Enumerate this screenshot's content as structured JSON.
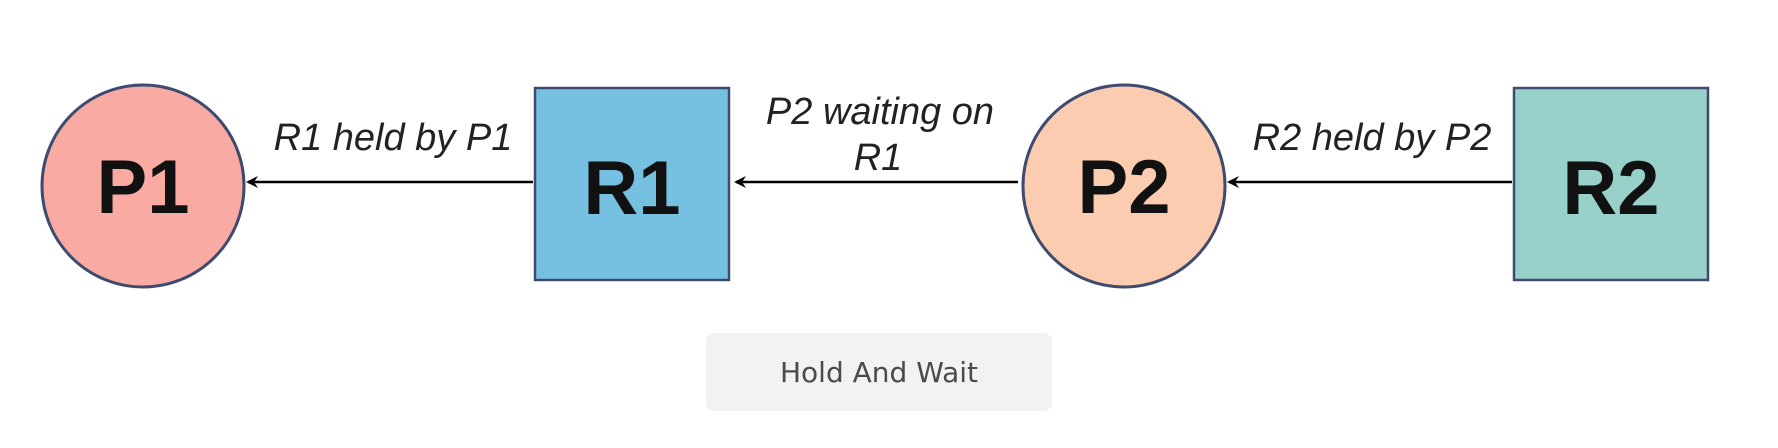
{
  "nodes": {
    "p1": {
      "label": "P1",
      "shape": "circle",
      "fill": "#f9aaa3"
    },
    "r1": {
      "label": "R1",
      "shape": "square",
      "fill": "#76c1e2"
    },
    "p2": {
      "label": "P2",
      "shape": "circle",
      "fill": "#fcccb0"
    },
    "r2": {
      "label": "R2",
      "shape": "square",
      "fill": "#98d0ca"
    }
  },
  "edges": {
    "r1_to_p1": {
      "label": "R1 held by P1"
    },
    "p2_to_r1": {
      "label_line1": "P2 waiting on",
      "label_line2": "R1"
    },
    "r2_to_p2": {
      "label": "R2 held by P2"
    }
  },
  "caption": "Hold And Wait",
  "colors": {
    "outline": "#3e4b6e",
    "arrow": "#000000",
    "caption_bg": "#f2f2f2"
  }
}
